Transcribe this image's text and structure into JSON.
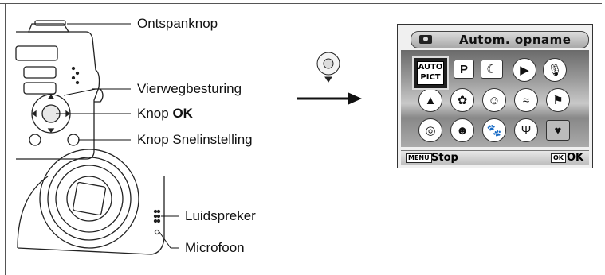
{
  "labels": {
    "shutter": "Ontspanknop",
    "four_way": "Vierwegbesturing",
    "ok_prefix": "Knop ",
    "ok_bold": "OK",
    "quick": "Knop Snelinstelling",
    "speaker": "Luidspreker",
    "mic": "Microfoon"
  },
  "screen": {
    "title": "Autom. opname",
    "auto_line1": "AUTO",
    "auto_line2": "PICT",
    "menu_key": "MENU",
    "stop": "Stop",
    "ok_key": "OK",
    "ok_text": "OK"
  },
  "icons": {
    "row1": [
      "program-icon",
      "night-scene-icon",
      "movie-icon",
      "voice-recording-icon"
    ],
    "row2": [
      "landscape-icon",
      "flower-icon",
      "portrait-icon",
      "surf-snow-icon",
      "sport-icon"
    ],
    "row3": [
      "digital-sr-icon",
      "kids-icon",
      "pet-icon",
      "food-icon",
      "frame-composite-icon"
    ]
  },
  "icon_glyphs": {
    "program": "P",
    "night": "☾",
    "movie": "▶",
    "voice": "🎙",
    "landscape": "▲",
    "flower": "✿",
    "portrait": "☺",
    "surf": "≈",
    "sport": "⚑",
    "digital": "◎",
    "kids": "☻",
    "pet": "🐾",
    "food": "Ψ",
    "frame": "♥"
  }
}
